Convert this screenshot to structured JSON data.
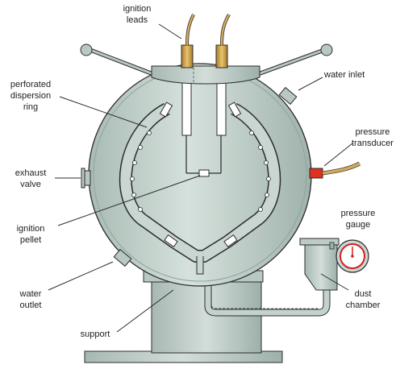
{
  "labels": {
    "ignition_leads": [
      "ignition",
      "leads"
    ],
    "perforated_dispersion_ring": [
      "perforated",
      "dispersion",
      "ring"
    ],
    "water_inlet": [
      "water inlet"
    ],
    "pressure_transducer": [
      "pressure",
      "transducer"
    ],
    "exhaust_valve": [
      "exhaust",
      "valve"
    ],
    "ignition_pellet": [
      "ignition",
      "pellet"
    ],
    "pressure_gauge": [
      "pressure",
      "gauge"
    ],
    "water_outlet": [
      "water",
      "outlet"
    ],
    "dust_chamber": [
      "dust",
      "chamber"
    ],
    "support": [
      "support"
    ]
  },
  "colors": {
    "vessel": "#c9d6d1",
    "vessel_dark": "#9fb2ab",
    "outline": "#2c2c2c",
    "lead_tan": "#d4a95a",
    "transducer_red": "#e03020",
    "gauge_red": "#d22020",
    "inner_white": "#ffffff"
  }
}
